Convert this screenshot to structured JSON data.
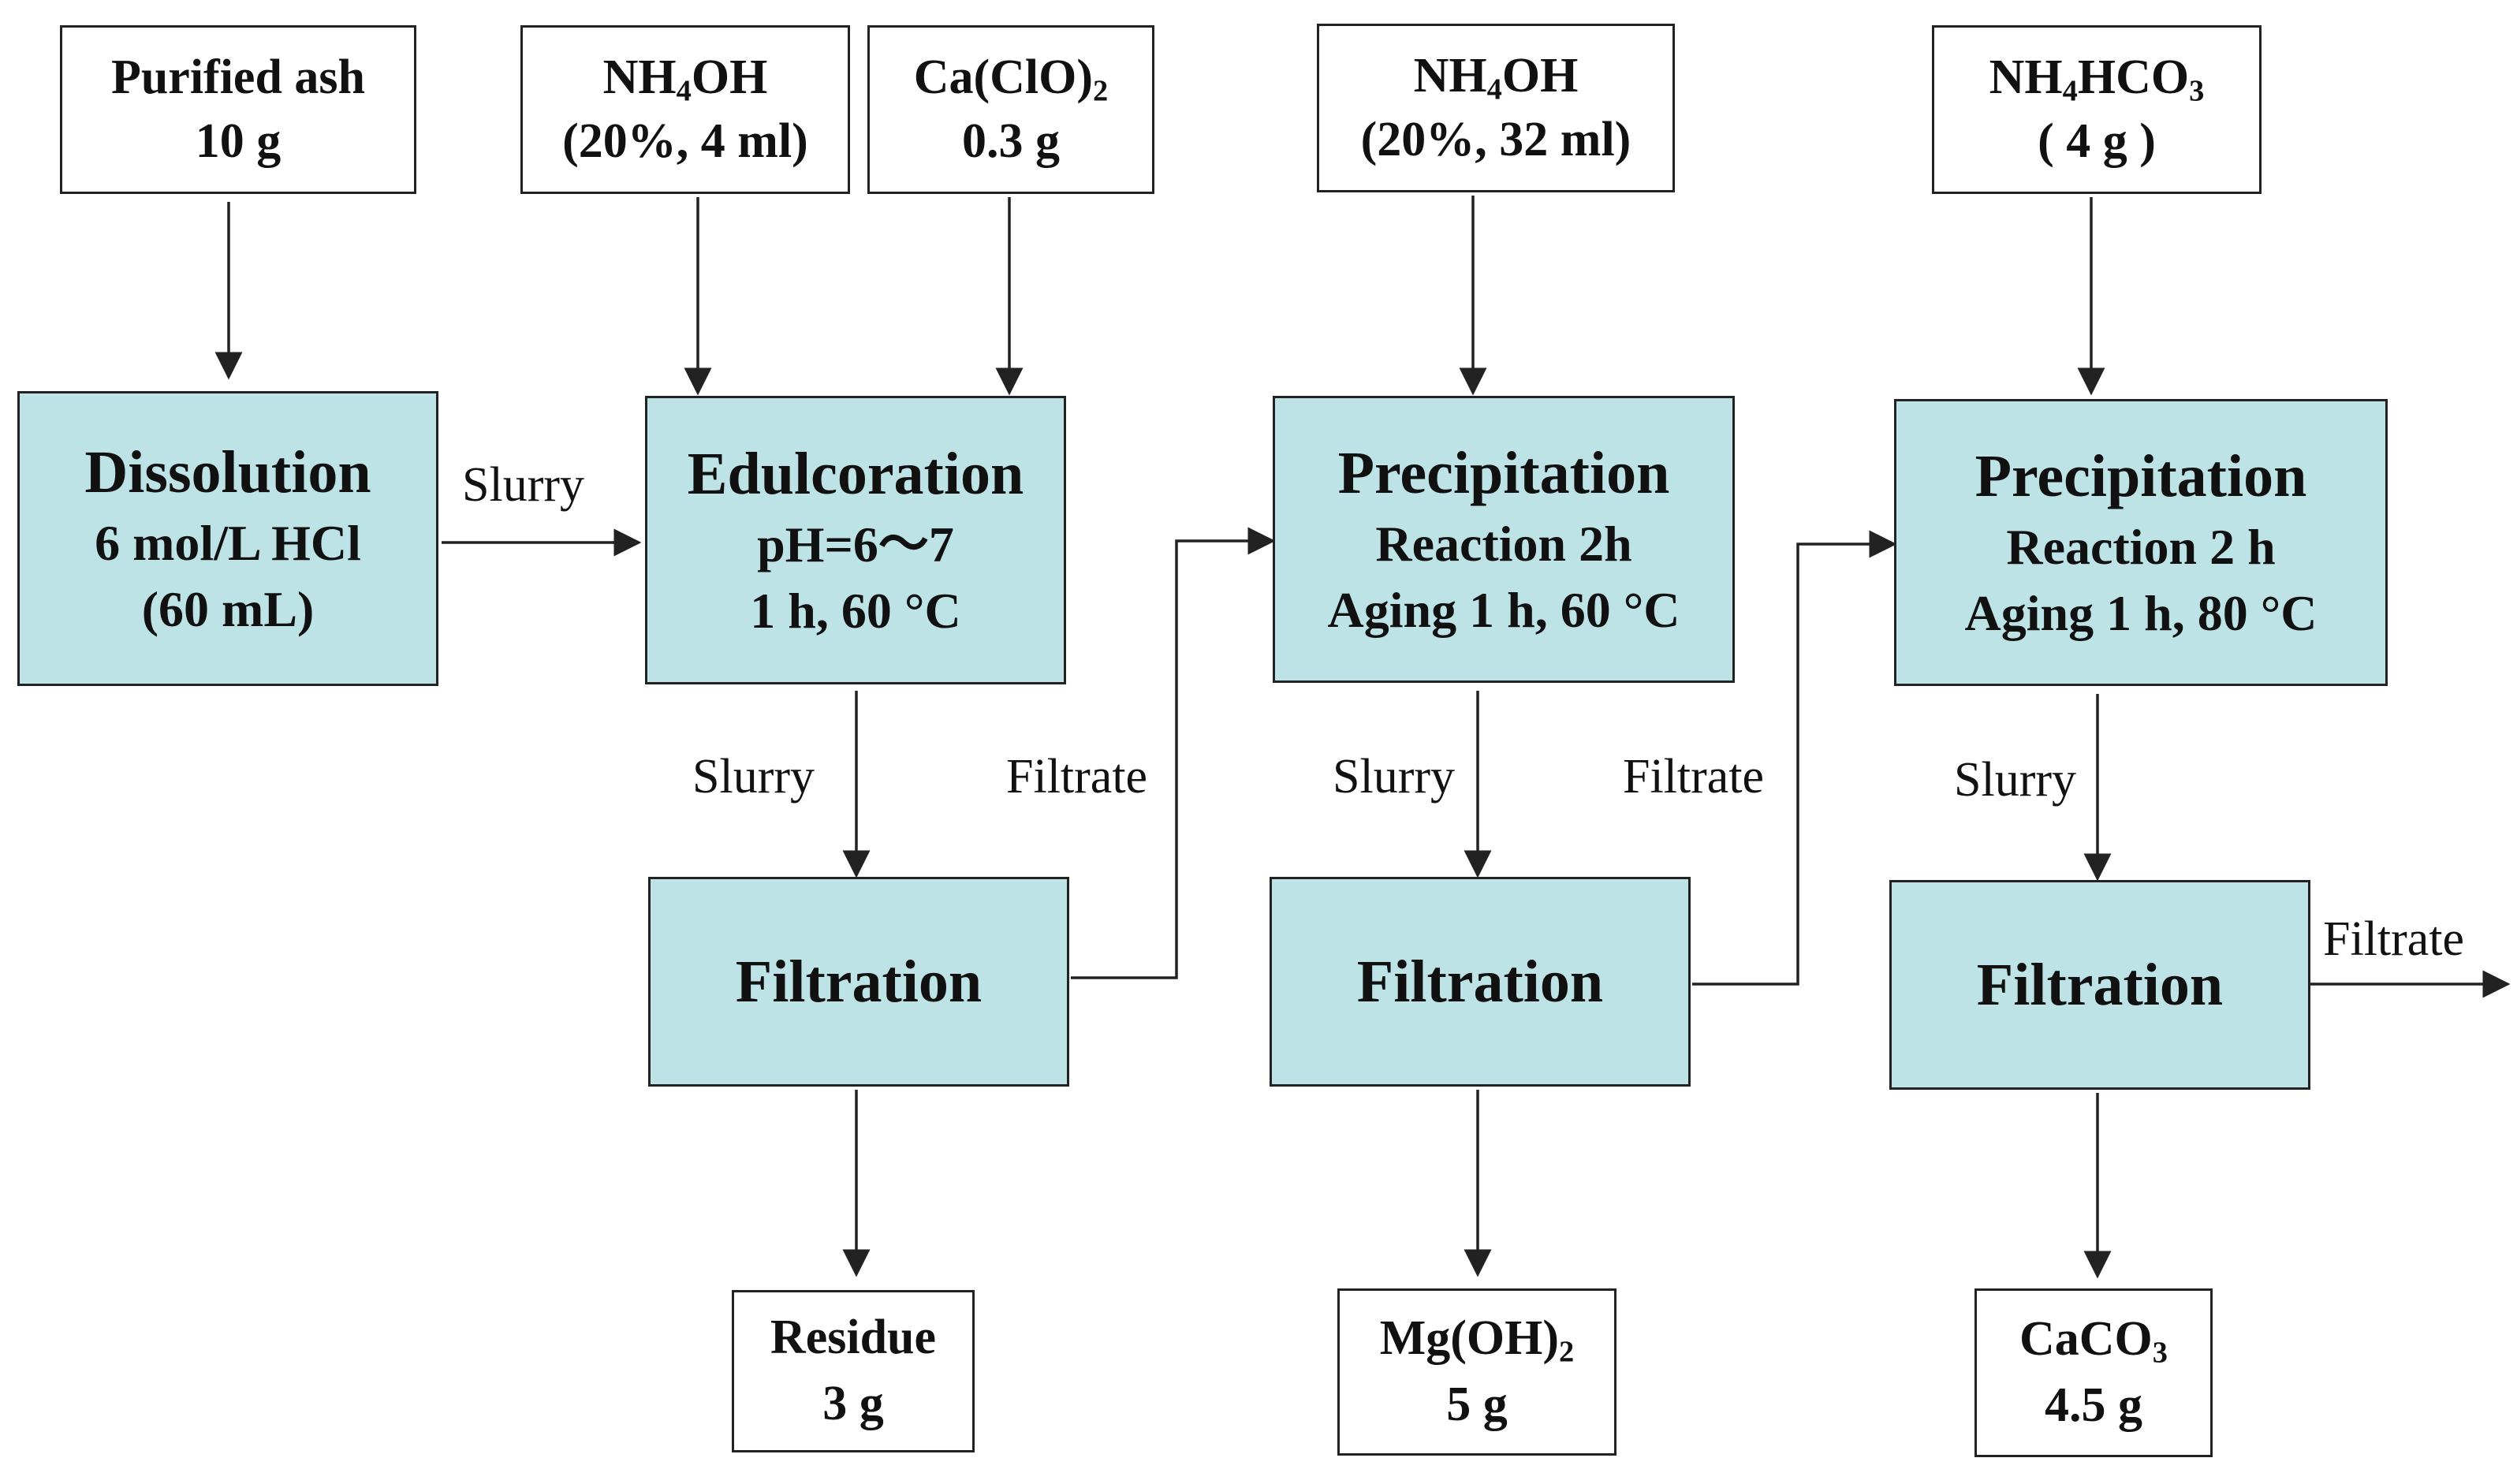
{
  "inputs": {
    "ash": {
      "line1": "Purified ash",
      "line2": "10 g"
    },
    "nh4oh_a": {
      "pre": "NH",
      "sub": "4",
      "post": "OH",
      "line2": "(20%, 4 ml)"
    },
    "caclo2": {
      "pre": "Ca(ClO)",
      "sub": "2",
      "line2": "0.3 g"
    },
    "nh4oh_b": {
      "pre": "NH",
      "sub": "4",
      "post": "OH",
      "line2": "(20%, 32 ml)"
    },
    "nh4hco3": {
      "pre": "NH",
      "sub": "4",
      "mid": "HCO",
      "sub2": "3",
      "line2": "( 4 g )"
    }
  },
  "process": {
    "dissolution": {
      "title": "Dissolution",
      "line1": "6 mol/L HCl",
      "line2": "(60 mL)"
    },
    "edulcoration": {
      "title": "Edulcoration",
      "line1": "pH=6～7",
      "line2": "1 h, 60 °C"
    },
    "precip1": {
      "title": "Precipitation",
      "line1": "Reaction 2h",
      "line2": "Aging 1 h, 60 °C"
    },
    "precip2": {
      "title": "Precipitation",
      "line1": "Reaction 2 h",
      "line2": "Aging 1 h, 80 °C"
    },
    "filtration1": {
      "title": "Filtration"
    },
    "filtration2": {
      "title": "Filtration"
    },
    "filtration3": {
      "title": "Filtration"
    }
  },
  "outputs": {
    "residue": {
      "line1": "Residue",
      "line2": "3 g"
    },
    "mgoh2": {
      "pre": "Mg(OH)",
      "sub": "2",
      "line2": "5 g"
    },
    "caco3": {
      "pre": "CaCO",
      "sub": "3",
      "line2": "4.5 g"
    }
  },
  "labels": {
    "slurry_1": "Slurry",
    "slurry_2": "Slurry",
    "slurry_3": "Slurry",
    "slurry_4": "Slurry",
    "filtrate_1": "Filtrate",
    "filtrate_2": "Filtrate",
    "filtrate_3": "Filtrate"
  },
  "colors": {
    "process_fill": "#bde3e6",
    "stroke": "#222222"
  }
}
